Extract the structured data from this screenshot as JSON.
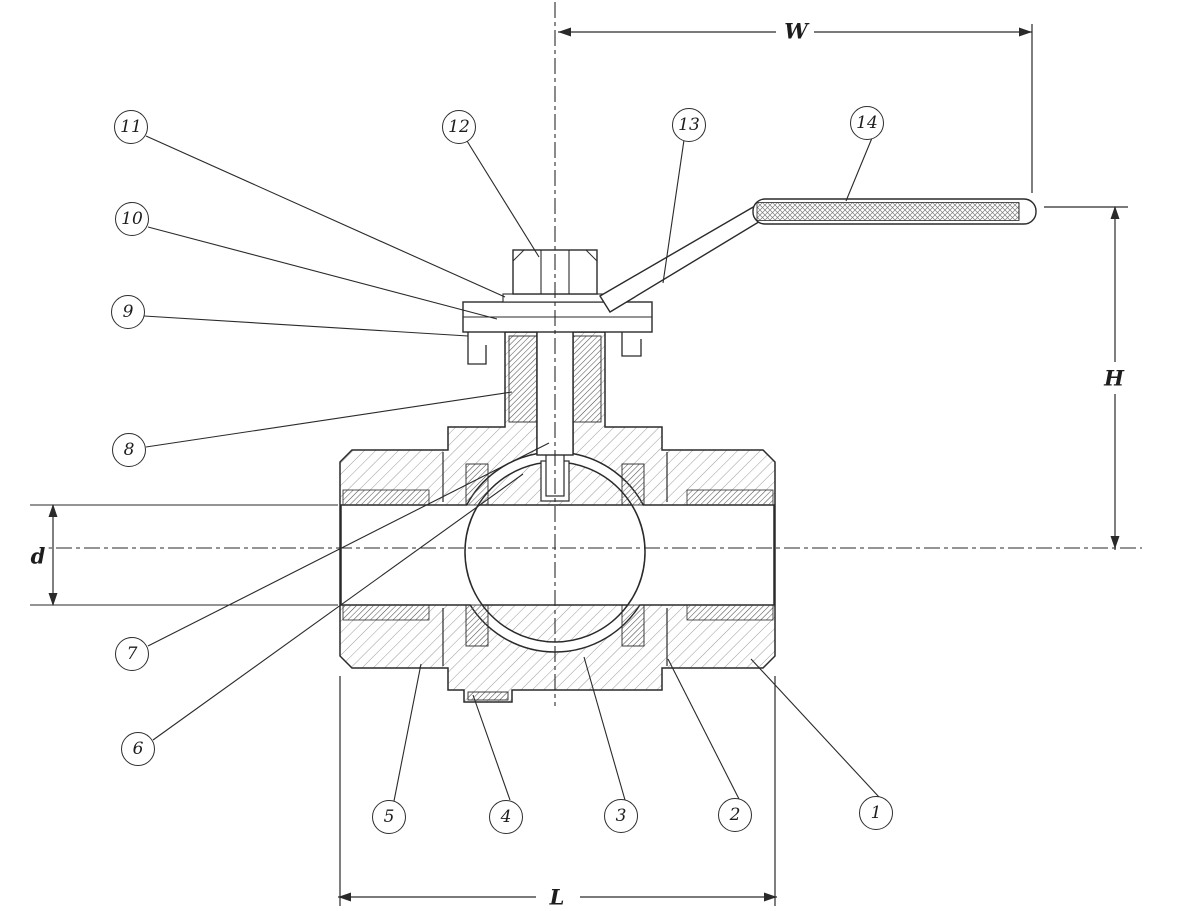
{
  "figure": {
    "callouts": [
      {
        "n": "1"
      },
      {
        "n": "2"
      },
      {
        "n": "3"
      },
      {
        "n": "4"
      },
      {
        "n": "5"
      },
      {
        "n": "6"
      },
      {
        "n": "7"
      },
      {
        "n": "8"
      },
      {
        "n": "9"
      },
      {
        "n": "10"
      },
      {
        "n": "11"
      },
      {
        "n": "12"
      },
      {
        "n": "13"
      },
      {
        "n": "14"
      }
    ],
    "dimensions": {
      "w": "W",
      "h": "H",
      "d": "d",
      "l": "L"
    }
  }
}
